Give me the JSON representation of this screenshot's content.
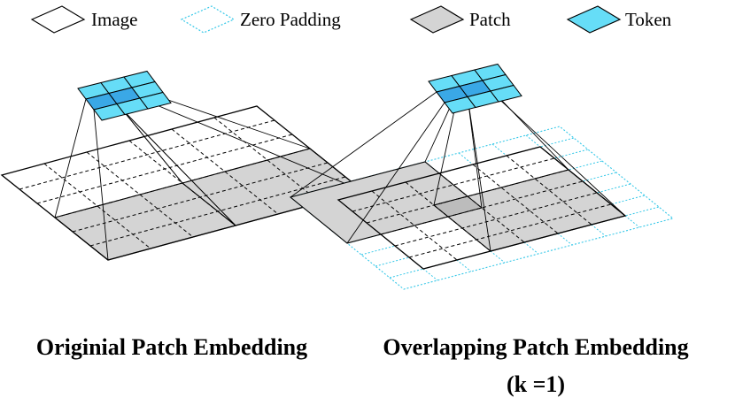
{
  "legend": {
    "image": "Image",
    "zero_padding": "Zero Padding",
    "patch": "Patch",
    "token": "Token"
  },
  "captions": {
    "left": "Originial Patch Embedding",
    "right": "Overlapping Patch Embedding",
    "right_sub": "(k =1)"
  },
  "colors": {
    "token": "#66ddf7",
    "token_dark": "#3aa8e6",
    "patch": "#d4d4d4",
    "patch_overlap": "#bcbcbc",
    "padding_line": "#36c8e8",
    "line": "#000000"
  },
  "diagrams": {
    "left": {
      "image_grid": 6,
      "padding": false,
      "patch_size": 3,
      "patch_stride": 3,
      "token_grid": 3
    },
    "right": {
      "image_grid": 6,
      "padding": true,
      "patch_size": 4,
      "patch_stride": 3,
      "token_grid": 3
    }
  }
}
